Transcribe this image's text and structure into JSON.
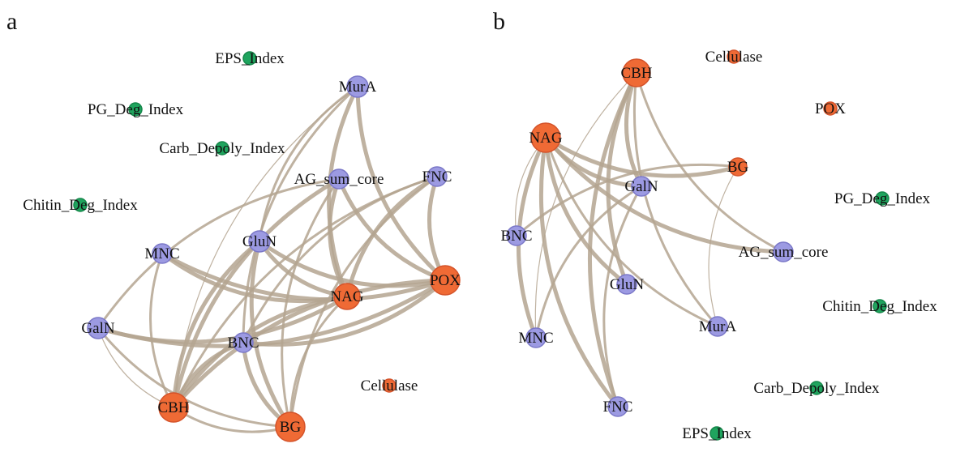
{
  "colors": {
    "edge": "#b4a590",
    "enzyme": "#ef6a35",
    "enzyme_stroke": "#d4532a",
    "amino": "#9c9ae2",
    "amino_stroke": "#7b78c8",
    "index": "#1fa45e",
    "index_stroke": "#15874a"
  },
  "panels": [
    {
      "letter": "a",
      "nodes": [
        {
          "id": "EPS_Index",
          "label": "EPS_Index",
          "group": "index"
        },
        {
          "id": "PG_Deg_Index",
          "label": "PG_Deg_Index",
          "group": "index"
        },
        {
          "id": "Carb_Depoly_Index",
          "label": "Carb_Depoly_Index",
          "group": "index"
        },
        {
          "id": "Chitin_Deg_Index",
          "label": "Chitin_Deg_Index",
          "group": "index"
        },
        {
          "id": "MurA",
          "label": "MurA",
          "group": "amino"
        },
        {
          "id": "AG_sum_core",
          "label": "AG_sum_core",
          "group": "amino"
        },
        {
          "id": "FNC",
          "label": "FNC",
          "group": "amino"
        },
        {
          "id": "MNC",
          "label": "MNC",
          "group": "amino"
        },
        {
          "id": "GluN",
          "label": "GluN",
          "group": "amino"
        },
        {
          "id": "NAG",
          "label": "NAG",
          "group": "enzyme"
        },
        {
          "id": "POX",
          "label": "POX",
          "group": "enzyme"
        },
        {
          "id": "GalN",
          "label": "GalN",
          "group": "amino"
        },
        {
          "id": "BNC",
          "label": "BNC",
          "group": "amino"
        },
        {
          "id": "Cellulase",
          "label": "Cellulase",
          "group": "enzyme"
        },
        {
          "id": "CBH",
          "label": "CBH",
          "group": "enzyme"
        },
        {
          "id": "BG",
          "label": "BG",
          "group": "enzyme"
        }
      ],
      "edges": [
        {
          "from": "MurA",
          "to": "NAG",
          "strength": "strong"
        },
        {
          "from": "MurA",
          "to": "POX",
          "strength": "strong"
        },
        {
          "from": "MurA",
          "to": "GluN",
          "strength": "medium"
        },
        {
          "from": "MurA",
          "to": "CBH",
          "strength": "thin"
        },
        {
          "from": "MurA",
          "to": "BNC",
          "strength": "medium"
        },
        {
          "from": "AG_sum_core",
          "to": "NAG",
          "strength": "strong"
        },
        {
          "from": "AG_sum_core",
          "to": "POX",
          "strength": "strong"
        },
        {
          "from": "AG_sum_core",
          "to": "CBH",
          "strength": "strong"
        },
        {
          "from": "AG_sum_core",
          "to": "GalN",
          "strength": "medium"
        },
        {
          "from": "AG_sum_core",
          "to": "BG",
          "strength": "medium"
        },
        {
          "from": "FNC",
          "to": "POX",
          "strength": "strong"
        },
        {
          "from": "FNC",
          "to": "NAG",
          "strength": "strong"
        },
        {
          "from": "FNC",
          "to": "CBH",
          "strength": "medium"
        },
        {
          "from": "FNC",
          "to": "BNC",
          "strength": "medium"
        },
        {
          "from": "FNC",
          "to": "BG",
          "strength": "medium"
        },
        {
          "from": "MNC",
          "to": "NAG",
          "strength": "strong"
        },
        {
          "from": "MNC",
          "to": "POX",
          "strength": "strong"
        },
        {
          "from": "MNC",
          "to": "CBH",
          "strength": "medium"
        },
        {
          "from": "GluN",
          "to": "NAG",
          "strength": "strong"
        },
        {
          "from": "GluN",
          "to": "CBH",
          "strength": "strong"
        },
        {
          "from": "GluN",
          "to": "BG",
          "strength": "strong"
        },
        {
          "from": "GluN",
          "to": "POX",
          "strength": "strong"
        },
        {
          "from": "GalN",
          "to": "NAG",
          "strength": "strong"
        },
        {
          "from": "GalN",
          "to": "POX",
          "strength": "strong"
        },
        {
          "from": "GalN",
          "to": "BG",
          "strength": "medium"
        },
        {
          "from": "GalN",
          "to": "CBH",
          "strength": "thin"
        },
        {
          "from": "BNC",
          "to": "CBH",
          "strength": "strong"
        },
        {
          "from": "BNC",
          "to": "BG",
          "strength": "strong"
        },
        {
          "from": "BNC",
          "to": "POX",
          "strength": "strong"
        },
        {
          "from": "NAG",
          "to": "CBH",
          "strength": "strong"
        },
        {
          "from": "NAG",
          "to": "BG",
          "strength": "medium"
        },
        {
          "from": "POX",
          "to": "CBH",
          "strength": "strong"
        },
        {
          "from": "CBH",
          "to": "BG",
          "strength": "medium"
        }
      ]
    },
    {
      "letter": "b",
      "nodes": [
        {
          "id": "Cellulase",
          "label": "Cellulase",
          "group": "enzyme"
        },
        {
          "id": "CBH",
          "label": "CBH",
          "group": "enzyme"
        },
        {
          "id": "POX",
          "label": "POX",
          "group": "enzyme"
        },
        {
          "id": "NAG",
          "label": "NAG",
          "group": "enzyme"
        },
        {
          "id": "BG",
          "label": "BG",
          "group": "enzyme"
        },
        {
          "id": "GalN",
          "label": "GalN",
          "group": "amino"
        },
        {
          "id": "PG_Deg_Index",
          "label": "PG_Deg_Index",
          "group": "index"
        },
        {
          "id": "BNC",
          "label": "BNC",
          "group": "amino"
        },
        {
          "id": "AG_sum_core",
          "label": "AG_sum_core",
          "group": "amino"
        },
        {
          "id": "GluN",
          "label": "GluN",
          "group": "amino"
        },
        {
          "id": "Chitin_Deg_Index",
          "label": "Chitin_Deg_Index",
          "group": "index"
        },
        {
          "id": "MurA",
          "label": "MurA",
          "group": "amino"
        },
        {
          "id": "MNC",
          "label": "MNC",
          "group": "amino"
        },
        {
          "id": "Carb_Depoly_Index",
          "label": "Carb_Depoly_Index",
          "group": "index"
        },
        {
          "id": "FNC",
          "label": "FNC",
          "group": "amino"
        },
        {
          "id": "EPS_Index",
          "label": "EPS_Index",
          "group": "index"
        }
      ],
      "edges": [
        {
          "from": "NAG",
          "to": "GalN",
          "strength": "strong"
        },
        {
          "from": "NAG",
          "to": "BG",
          "strength": "strong"
        },
        {
          "from": "NAG",
          "to": "AG_sum_core",
          "strength": "strong"
        },
        {
          "from": "NAG",
          "to": "GluN",
          "strength": "strong"
        },
        {
          "from": "NAG",
          "to": "MNC",
          "strength": "strong"
        },
        {
          "from": "NAG",
          "to": "FNC",
          "strength": "strong"
        },
        {
          "from": "NAG",
          "to": "BNC",
          "strength": "thin"
        },
        {
          "from": "NAG",
          "to": "MurA",
          "strength": "medium"
        },
        {
          "from": "CBH",
          "to": "GalN",
          "strength": "strong"
        },
        {
          "from": "CBH",
          "to": "GluN",
          "strength": "strong"
        },
        {
          "from": "CBH",
          "to": "FNC",
          "strength": "strong"
        },
        {
          "from": "CBH",
          "to": "AG_sum_core",
          "strength": "medium"
        },
        {
          "from": "CBH",
          "to": "MurA",
          "strength": "medium"
        },
        {
          "from": "CBH",
          "to": "MNC",
          "strength": "thin"
        },
        {
          "from": "BG",
          "to": "BNC",
          "strength": "medium"
        },
        {
          "from": "BG",
          "to": "MurA",
          "strength": "thin"
        },
        {
          "from": "GalN",
          "to": "MNC",
          "strength": "medium"
        },
        {
          "from": "GalN",
          "to": "FNC",
          "strength": "medium"
        }
      ]
    }
  ]
}
